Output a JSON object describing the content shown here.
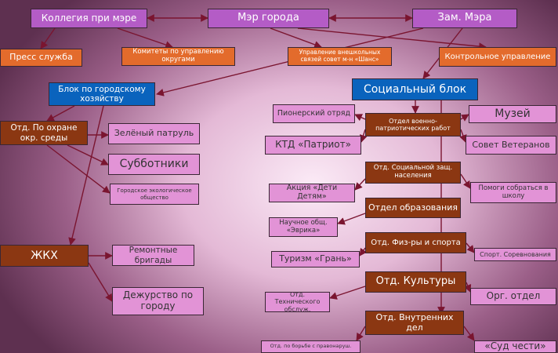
{
  "colors": {
    "purple": "#b45cc6",
    "orange": "#e36b2c",
    "brown": "#8b3712",
    "blue": "#0a63bd",
    "pink": "#e293d6",
    "arrow": "#7a1530"
  },
  "nodes": {
    "collegium": "Коллегия при мэре",
    "mayor": "Мэр города",
    "deputy": "Зам. Мэра",
    "press": "Пресс служба",
    "committees": "Комитеты по управлению округами",
    "external": "Управление внешкольных связей совет м-н «Шанс»",
    "control": "Контрольное управление",
    "city_block": "Блок по городскому хозяйству",
    "social_block": "Социальный блок",
    "env_dept": "Отд. По охране окр. среды",
    "green_patrol": "Зелёный патруль",
    "subbotniki": "Субботники",
    "eco_society": "Городское экологическое общество",
    "zhkh": "ЖКХ",
    "repair": "Ремонтные бригады",
    "duty": "Дежурство по городу",
    "pioneer": "Пионерский отряд",
    "military": "Отдел военно-патриотических работ",
    "museum": "Музей",
    "veterans": "Совет Ветеранов",
    "ktd": "КТД «Патриот»",
    "social_protection": "Отд. Социальной защ. населения",
    "kids_action": "Акция «Дети Детям»",
    "school_help": "Помоги собраться в школу",
    "education": "Отдел образования",
    "eureka": "Научное общ. «Эврика»",
    "sport": "Отд. Физ-ры и спорта",
    "tourism": "Туризм «Грань»",
    "competitions": "Спорт. Соревнования",
    "culture": "Отд. Культуры",
    "tech_service": "Отд. Технического обслуж.",
    "org_dept": "Орг. отдел",
    "internal": "Отд. Внутренних дел",
    "offense": "Отд. по борьбе с правонаруш.",
    "court": "«Суд чести»"
  }
}
